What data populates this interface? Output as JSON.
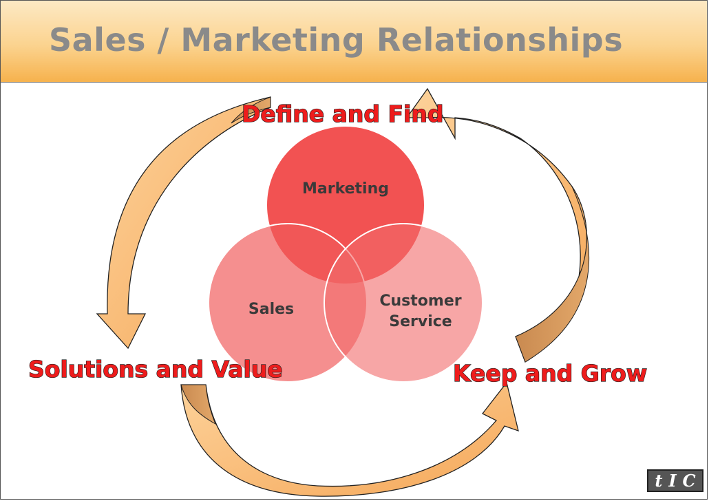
{
  "title": "Sales / Marketing Relationships",
  "circles": {
    "marketing": "Marketing",
    "sales": "Sales",
    "customer_service_line1": "Customer",
    "customer_service_line2": "Service"
  },
  "cycle_labels": {
    "top": "Define and Find",
    "left": "Solutions and Value",
    "right": "Keep and Grow"
  },
  "logo": {
    "letter1": "t",
    "letter2": "I",
    "letter3": "C"
  },
  "colors": {
    "title_text": "#8a8a8a",
    "circle_fill": "#f23a3a",
    "label_red": "#ee1c1c",
    "arrow_fill": "#fbbd73",
    "arrow_shade": "#d89a5c"
  }
}
